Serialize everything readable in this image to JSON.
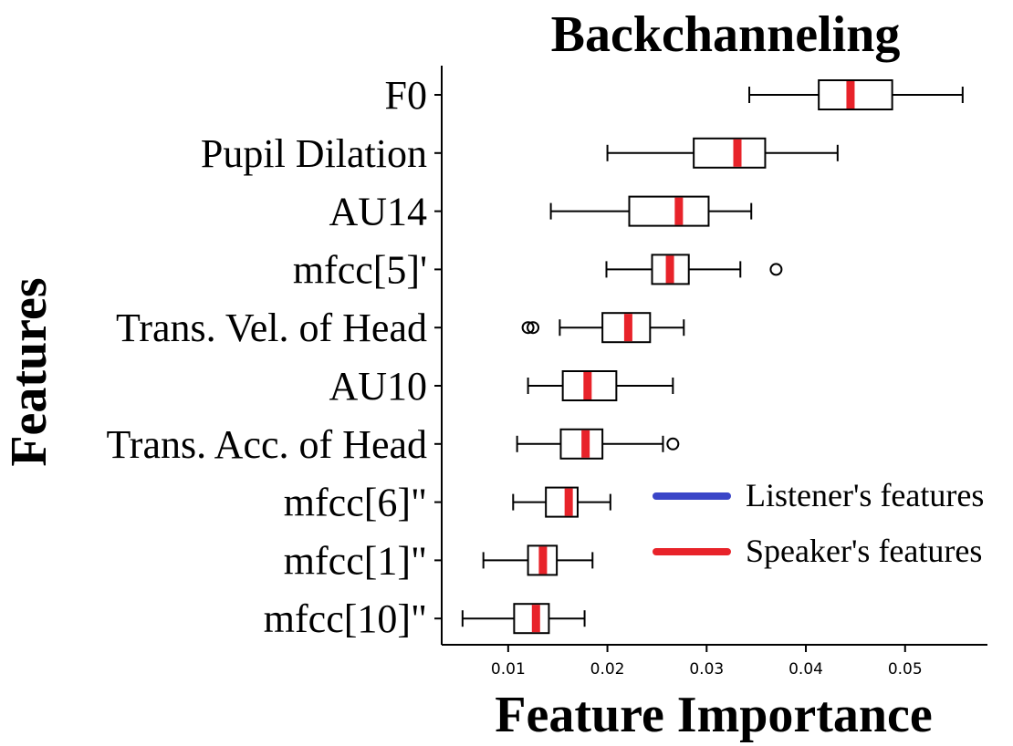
{
  "chart_data": {
    "type": "boxplot",
    "orientation": "horizontal",
    "title": "Backchanneling",
    "xlabel": "Feature Importance",
    "ylabel": "Features",
    "xlim": [
      0.0033,
      0.0583
    ],
    "xticks": [
      0.01,
      0.02,
      0.03,
      0.04,
      0.05
    ],
    "xtick_labels": [
      "0.01",
      "0.02",
      "0.03",
      "0.04",
      "0.05"
    ],
    "grid": false,
    "legend_position": "lower-right",
    "legend": [
      {
        "label": "Listener's features",
        "color": "#3a45c8"
      },
      {
        "label": "Speaker's features",
        "color": "#e8232a"
      }
    ],
    "categories": [
      "F0",
      "Pupil Dilation",
      "AU14",
      "mfcc[5]'",
      "Trans. Vel. of Head",
      "AU10",
      "Trans. Acc. of Head",
      "mfcc[6]\"",
      "mfcc[1]\"",
      "mfcc[10]\""
    ],
    "boxes": [
      {
        "label": "F0",
        "whisker_low": 0.0343,
        "q1": 0.0413,
        "median": 0.0445,
        "q3": 0.0487,
        "whisker_high": 0.0558,
        "outliers": [],
        "group": "Speaker's features"
      },
      {
        "label": "Pupil Dilation",
        "whisker_low": 0.02,
        "q1": 0.0287,
        "median": 0.0331,
        "q3": 0.0359,
        "whisker_high": 0.0432,
        "outliers": [],
        "group": "Speaker's features"
      },
      {
        "label": "AU14",
        "whisker_low": 0.0143,
        "q1": 0.0222,
        "median": 0.0272,
        "q3": 0.0302,
        "whisker_high": 0.0345,
        "outliers": [],
        "group": "Speaker's features"
      },
      {
        "label": "mfcc[5]'",
        "whisker_low": 0.0199,
        "q1": 0.0245,
        "median": 0.0263,
        "q3": 0.0282,
        "whisker_high": 0.0334,
        "outliers": [
          0.037
        ],
        "group": "Speaker's features"
      },
      {
        "label": "Trans. Vel. of Head",
        "whisker_low": 0.0152,
        "q1": 0.0195,
        "median": 0.0221,
        "q3": 0.0243,
        "whisker_high": 0.0277,
        "outliers": [
          0.012,
          0.0125
        ],
        "group": "Speaker's features"
      },
      {
        "label": "AU10",
        "whisker_low": 0.012,
        "q1": 0.0155,
        "median": 0.018,
        "q3": 0.0209,
        "whisker_high": 0.0266,
        "outliers": [],
        "group": "Speaker's features"
      },
      {
        "label": "Trans. Acc. of Head",
        "whisker_low": 0.0109,
        "q1": 0.0153,
        "median": 0.0178,
        "q3": 0.0195,
        "whisker_high": 0.0256,
        "outliers": [
          0.0266
        ],
        "group": "Speaker's features"
      },
      {
        "label": "mfcc[6]\"",
        "whisker_low": 0.0105,
        "q1": 0.0138,
        "median": 0.0161,
        "q3": 0.017,
        "whisker_high": 0.0203,
        "outliers": [],
        "group": "Speaker's features"
      },
      {
        "label": "mfcc[1]\"",
        "whisker_low": 0.0075,
        "q1": 0.012,
        "median": 0.0135,
        "q3": 0.0149,
        "whisker_high": 0.0185,
        "outliers": [],
        "group": "Speaker's features"
      },
      {
        "label": "mfcc[10]\"",
        "whisker_low": 0.0054,
        "q1": 0.0106,
        "median": 0.0128,
        "q3": 0.0141,
        "whisker_high": 0.0177,
        "outliers": [],
        "group": "Speaker's features"
      }
    ]
  }
}
